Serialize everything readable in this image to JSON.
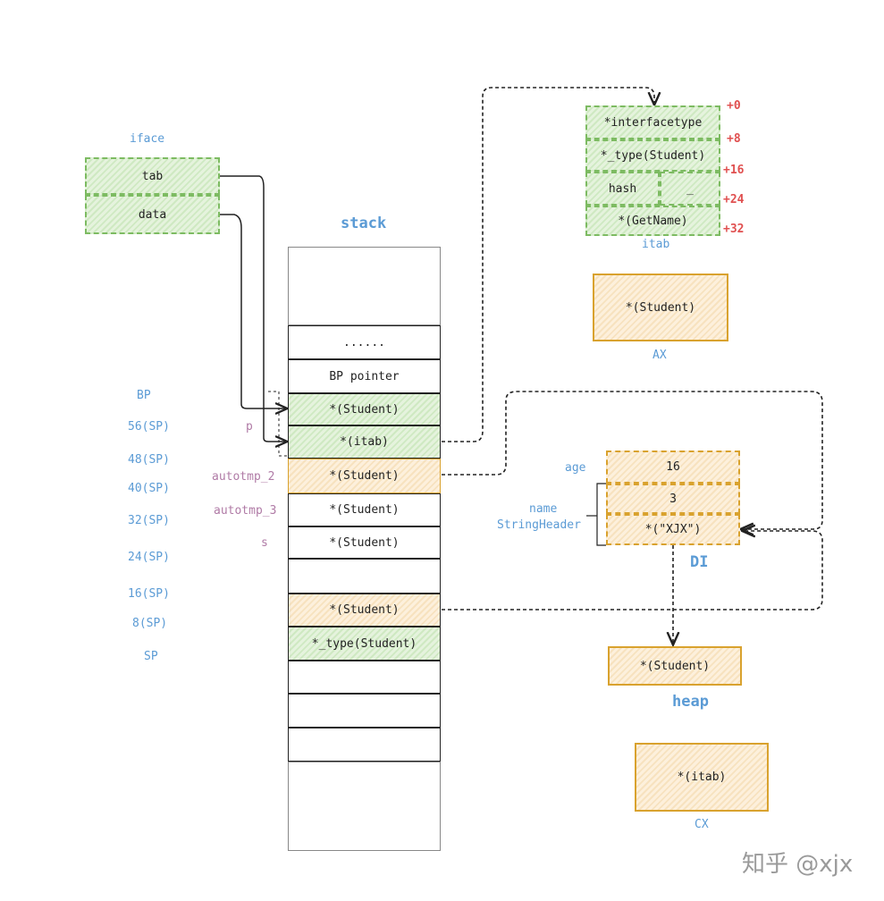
{
  "iface": {
    "title": "iface",
    "tab": "tab",
    "data": "data"
  },
  "stack": {
    "title": "stack",
    "cells": [
      "",
      "......",
      "BP pointer",
      "*(Student)",
      "*(itab)",
      "*(Student)",
      "*(Student)",
      "*(Student)",
      "",
      "*(Student)",
      "*_type(Student)",
      "",
      "",
      "",
      ""
    ],
    "offsets": [
      "BP",
      "56(SP)",
      "48(SP)",
      "40(SP)",
      "32(SP)",
      "24(SP)",
      "16(SP)",
      "8(SP)",
      "SP"
    ],
    "vars": {
      "p": "p",
      "autotmp_2": "autotmp_2",
      "autotmp_3": "autotmp_3",
      "s": "s"
    }
  },
  "itab": {
    "title": "itab",
    "interfacetype": "*interfacetype",
    "type": "*_type(Student)",
    "hash": "hash",
    "blank": "_",
    "fun": "*(GetName)",
    "offsets": [
      "+0",
      "+8",
      "+16",
      "+24",
      "+32"
    ]
  },
  "ax": {
    "label": "AX",
    "value": "*(Student)"
  },
  "di": {
    "label": "DI",
    "age_label": "age",
    "age": "16",
    "len": "3",
    "name_label": "name",
    "header_label": "StringHeader",
    "ptr": "*(\"XJX\")"
  },
  "heap": {
    "label": "heap",
    "value": "*(Student)"
  },
  "cx": {
    "label": "CX",
    "value": "*(itab)"
  },
  "watermark": "知乎 @xjx"
}
